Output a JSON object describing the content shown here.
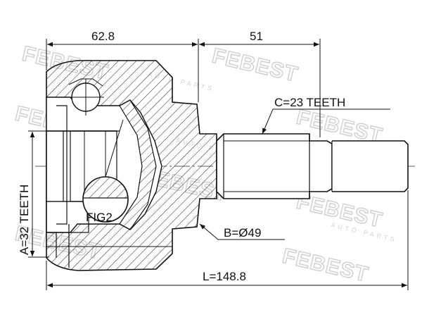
{
  "watermark": {
    "brand": "FEBEST",
    "sub": "AUTO PARTS"
  },
  "dimensions": {
    "outer_length": "62.8",
    "shaft_length": "51",
    "total_length": "L=148.8",
    "spline_c": "C=23 TEETH",
    "diameter_b": "B=Ø49",
    "spline_a": "A=32 TEETH",
    "figure_label": "FIG2"
  }
}
